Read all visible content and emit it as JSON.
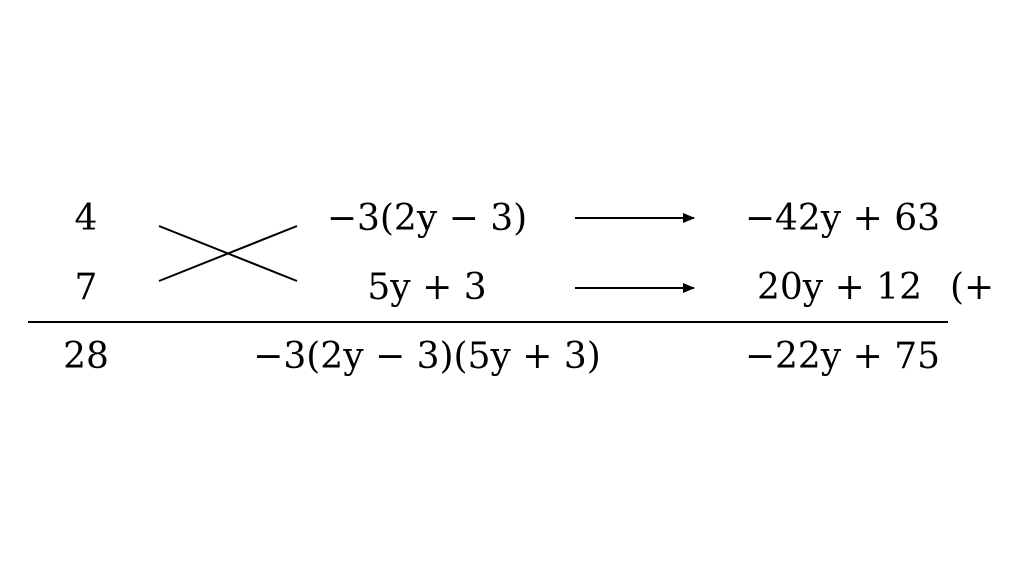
{
  "left_column": {
    "top": "4",
    "bottom": "7",
    "result": "28"
  },
  "middle_column": {
    "top": "−3(2y − 3)",
    "bottom": "5y + 3",
    "result": "−3(2y − 3)(5y + 3)"
  },
  "right_column": {
    "top": "−42y + 63",
    "bottom": "20y + 12",
    "bottom_suffix": "(+",
    "result": "−22y + 75"
  }
}
